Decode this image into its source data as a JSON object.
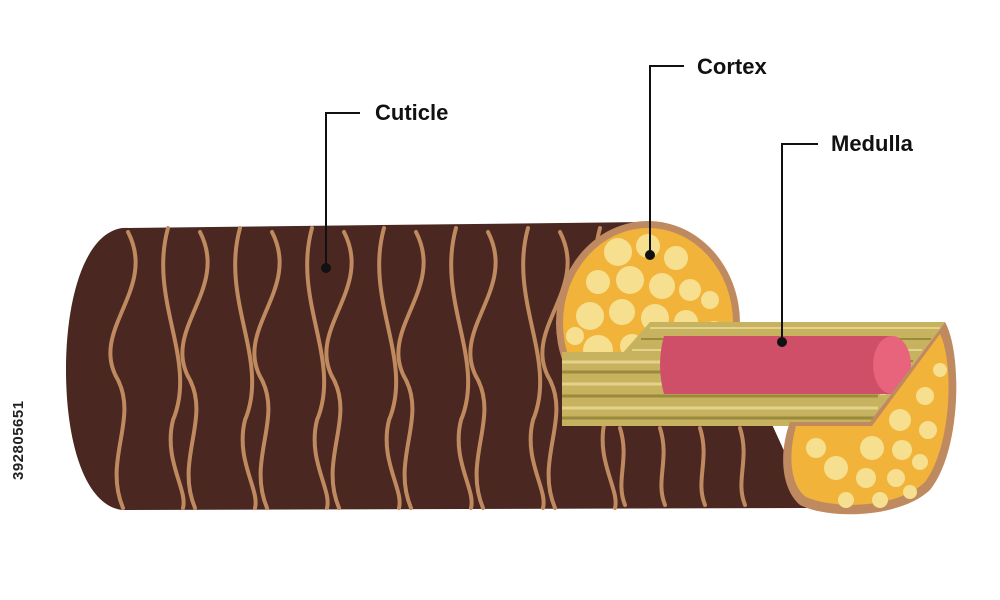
{
  "labels": {
    "cuticle": "Cuticle",
    "cortex": "Cortex",
    "medulla": "Medulla"
  },
  "stock_id": "392805651",
  "colors": {
    "hair": "#4a2720",
    "cuticle_line": "#c08a60",
    "cortex_fill": "#f2b33a",
    "cortex_cells": "#f6df8e",
    "medulla": "#cf4e68",
    "medulla_end": "#e8637c",
    "inner_stripe_a": "#c7b260",
    "inner_stripe_b": "#9a8a3c",
    "leader": "#111111"
  }
}
